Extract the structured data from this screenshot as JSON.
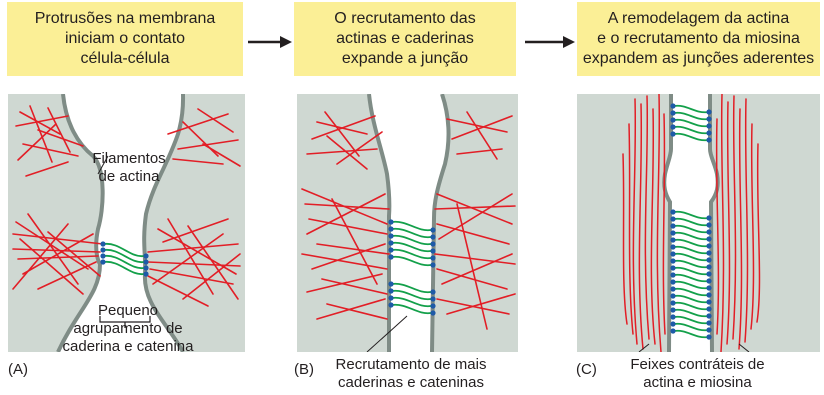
{
  "steps": [
    {
      "letter": "(A)",
      "caption": "Protrusões na membrana\niniciam o contato\ncélula-célula",
      "labels": {
        "filaments": "Filamentos\nde actina",
        "cluster": "Pequeno\nagrupamento de\ncaderina e catenina"
      }
    },
    {
      "letter": "(B)",
      "caption": "O recrutamento das\nactinas e caderinas\nexpande a junção",
      "labels": {
        "recruit": "Recrutamento de mais\ncaderinas e cateninas"
      }
    },
    {
      "letter": "(C)",
      "caption": "A remodelagem da actina\ne o recrutamento da miosina\nexpandem as junções aderentes",
      "labels": {
        "bundles": "Feixes contráteis de\nactina e miosina"
      }
    }
  ],
  "colors": {
    "caption_bg": "#fbef96",
    "cell_bg": "#cfd8d2",
    "membrane": "#7f8c86",
    "actin": "#e21e26",
    "cadherin": "#13a04a",
    "catenin": "#1e5aa8"
  }
}
